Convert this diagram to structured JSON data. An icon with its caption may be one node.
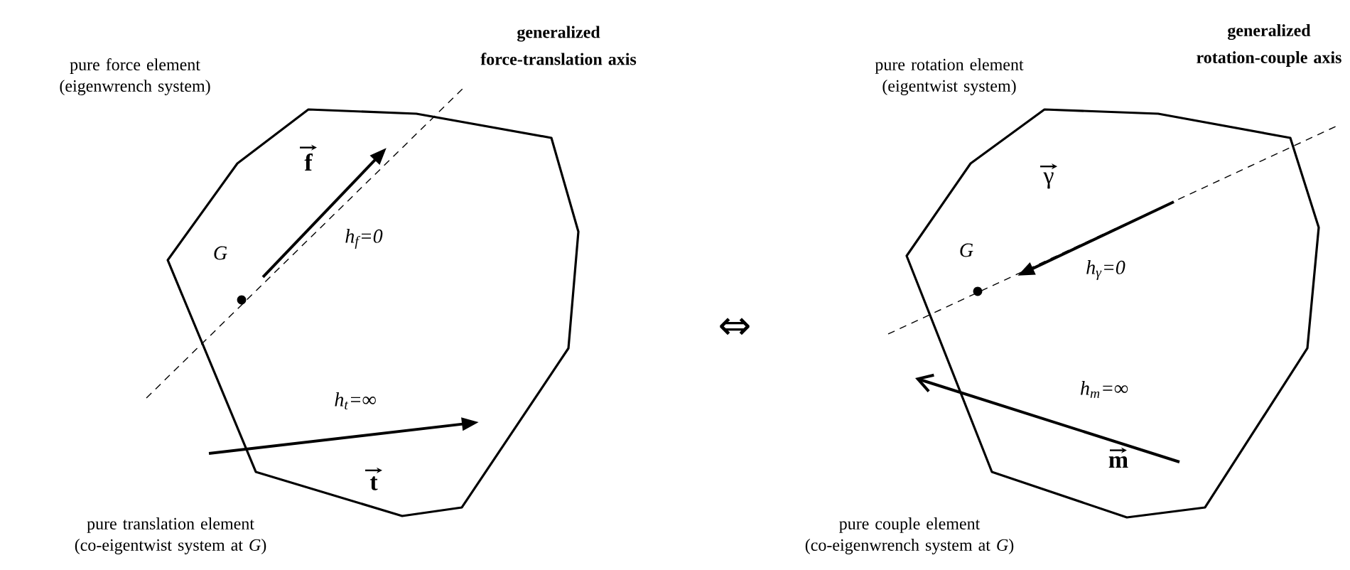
{
  "diagram": {
    "nodes": [
      {
        "text": [],
        "shape": "polygon"
      },
      {
        "text": [],
        "shape": "polygon"
      }
    ],
    "labels": [
      "⇔",
      "pure force element (eigenwrench system)",
      "generalized force-translation axis",
      "pure rotation element (eigentwist system)",
      "generalized rotation-couple axis",
      "f",
      "γ",
      "G",
      "h$_{f}$=0",
      "G",
      "h$_{γ}$=0",
      "h$_{t}$=∞",
      "h$_{m}$=∞",
      "t",
      "m",
      "pure translation element (co-eigentwist system at *G*)",
      "pure couple element (co-eigenwrench system at *G*)"
    ]
  }
}
